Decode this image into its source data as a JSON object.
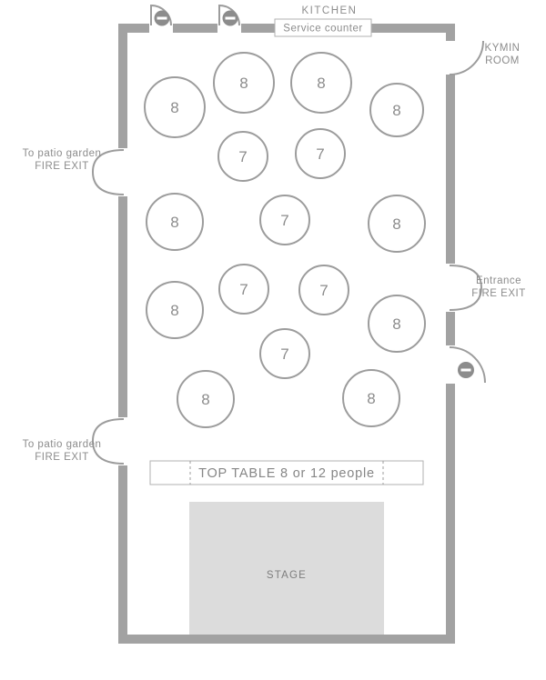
{
  "labels": {
    "kitchen": "KITCHEN",
    "service_counter": "Service counter",
    "kymin_room": [
      "KYMIN",
      "ROOM"
    ],
    "patio_exit_top": [
      "To patio garden",
      "FIRE EXIT"
    ],
    "patio_exit_bottom": [
      "To patio garden",
      "FIRE EXIT"
    ],
    "entrance_exit": [
      "Entrance",
      "FIRE EXIT"
    ],
    "top_table": "TOP TABLE  8 or 12 people",
    "stage": "STAGE"
  },
  "tables": [
    {
      "label": "8",
      "seats": 8
    },
    {
      "label": "8",
      "seats": 8
    },
    {
      "label": "8",
      "seats": 8
    },
    {
      "label": "8",
      "seats": 8
    },
    {
      "label": "7",
      "seats": 7
    },
    {
      "label": "7",
      "seats": 7
    },
    {
      "label": "8",
      "seats": 8
    },
    {
      "label": "7",
      "seats": 7
    },
    {
      "label": "8",
      "seats": 8
    },
    {
      "label": "7",
      "seats": 7
    },
    {
      "label": "7",
      "seats": 7
    },
    {
      "label": "8",
      "seats": 8
    },
    {
      "label": "8",
      "seats": 8
    },
    {
      "label": "7",
      "seats": 7
    },
    {
      "label": "8",
      "seats": 8
    },
    {
      "label": "8",
      "seats": 8
    }
  ],
  "colors": {
    "wall": "#a2a2a2",
    "outline": "#9c9c9c",
    "text": "#8c8c8c",
    "stage_fill": "#dcdcdc",
    "no_entry": "#8c8c8c"
  }
}
